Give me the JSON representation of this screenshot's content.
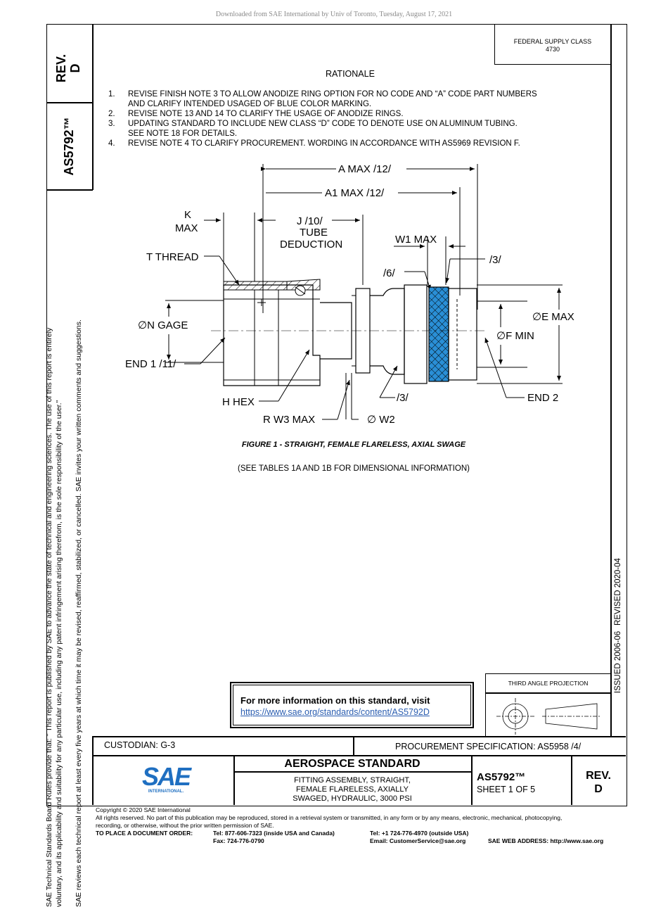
{
  "download_notice": "Downloaded from SAE International by Univ of Toronto, Tuesday, August 17, 2021",
  "side": {
    "rev_label": "REV.",
    "rev_value": "D",
    "doc_number": "AS5792™",
    "disclaimer_1": "SAE Technical Standards Board Rules provide that: \"  This report is published by SAE to advance the state of technical and engineering sciences. The use of this report is entirely",
    "disclaimer_2": "voluntary, and its applicability and suitability for any particular use, including any patent infringement arising therefrom, is the sole responsibility of the user.\"",
    "disclaimer_3": "SAE reviews each technical report at least every five years at which time it may be revised, reaffirmed, stabilized, or cancelled. SAE invites your written comments and suggestions."
  },
  "federal_supply": {
    "label": "FEDERAL SUPPLY CLASS",
    "value": "4730"
  },
  "rationale": {
    "title": "RATIONALE",
    "items": [
      {
        "num": "1.",
        "lines": [
          "REVISE FINISH NOTE 3 TO ALLOW ANODIZE RING OPTION FOR NO CODE AND “A” CODE PART NUMBERS",
          "AND CLARIFY INTENDED USAGED OF BLUE COLOR MARKING."
        ]
      },
      {
        "num": "2.",
        "lines": [
          "REVISE NOTE 13 AND 14 TO CLARIFY THE USAGE OF ANODIZE RINGS."
        ]
      },
      {
        "num": "3.",
        "lines": [
          "UPDATING STANDARD TO INCLUDE NEW CLASS “D” CODE TO DENOTE USE ON ALUMINUM TUBING.",
          "SEE NOTE 18 FOR DETAILS."
        ]
      },
      {
        "num": "4.",
        "lines": [
          "REVISE NOTE 4 TO CLARIFY PROCUREMENT. WORDING IN ACCORDANCE WITH AS5969 REVISION F."
        ]
      }
    ]
  },
  "drawing": {
    "labels": {
      "a_max": "A MAX /12/",
      "a1_max": "A1 MAX /12/",
      "k": "K",
      "max": "MAX",
      "j": "J /10/",
      "tube": "TUBE",
      "deduction": "DEDUCTION",
      "w1_max": "W1 MAX",
      "t_thread": "T  THREAD",
      "note_6": "/6/",
      "note_3_top": "/3/",
      "n_gage": "∅N GAGE",
      "e_max": "∅E MAX",
      "f_min": "∅F MIN",
      "end1": "END 1 /11/",
      "end2": "END 2",
      "h_hex": "H  HEX",
      "note_3_bottom": "/3/",
      "r_w3": "R W3 MAX",
      "w2": "∅ W2"
    },
    "colors": {
      "marking_ring": "#2a8fd6"
    }
  },
  "figure": {
    "caption": "FIGURE 1 - STRAIGHT, FEMALE FLARELESS, AXIAL SWAGE",
    "note": "(SEE TABLES 1A AND 1B FOR DIMENSIONAL INFORMATION)"
  },
  "right_margin": {
    "issued": "ISSUED 2006-06",
    "revised": "REVISED 2020-04"
  },
  "projection": {
    "label": "THIRD ANGLE PROJECTION"
  },
  "info_box": {
    "text": "For more information on this standard, visit",
    "link": "https://www.sae.org/standards/content/AS5792D"
  },
  "title_block": {
    "custodian": "CUSTODIAN: G-3",
    "procurement": "PROCUREMENT SPECIFICATION: AS5958 /4/",
    "logo_text": "SAE",
    "logo_sub": "INTERNATIONAL.",
    "heading": "AEROSPACE STANDARD",
    "desc_lines": [
      "FITTING ASSEMBLY, STRAIGHT,",
      "FEMALE FLARELESS, AXIALLY",
      "SWAGED, HYDRAULIC, 3000 PSI"
    ],
    "doc_number": "AS5792™",
    "sheet": "SHEET 1 OF 5",
    "rev_label": "REV.",
    "rev_value": "D",
    "colors": {
      "logo": "#1f6fc1"
    }
  },
  "footer": {
    "copyright": "Copyright © 2020 SAE International",
    "rights_1": "All rights reserved. No part of this publication may be reproduced, stored in a retrieval system or transmitted, in any form or by any means, electronic, mechanical, photocopying,",
    "rights_2": "recording, or otherwise, without the prior written permission of SAE.",
    "order_label": "TO PLACE A DOCUMENT ORDER:",
    "tel_us": "Tel:  877-606-7323 (inside USA and Canada)",
    "fax": "Fax:  724-776-0790",
    "tel_intl": "Tel:   +1 724-776-4970 (outside USA)",
    "email": "Email:  CustomerService@sae.org",
    "web": "SAE WEB ADDRESS: http://www.sae.org"
  }
}
